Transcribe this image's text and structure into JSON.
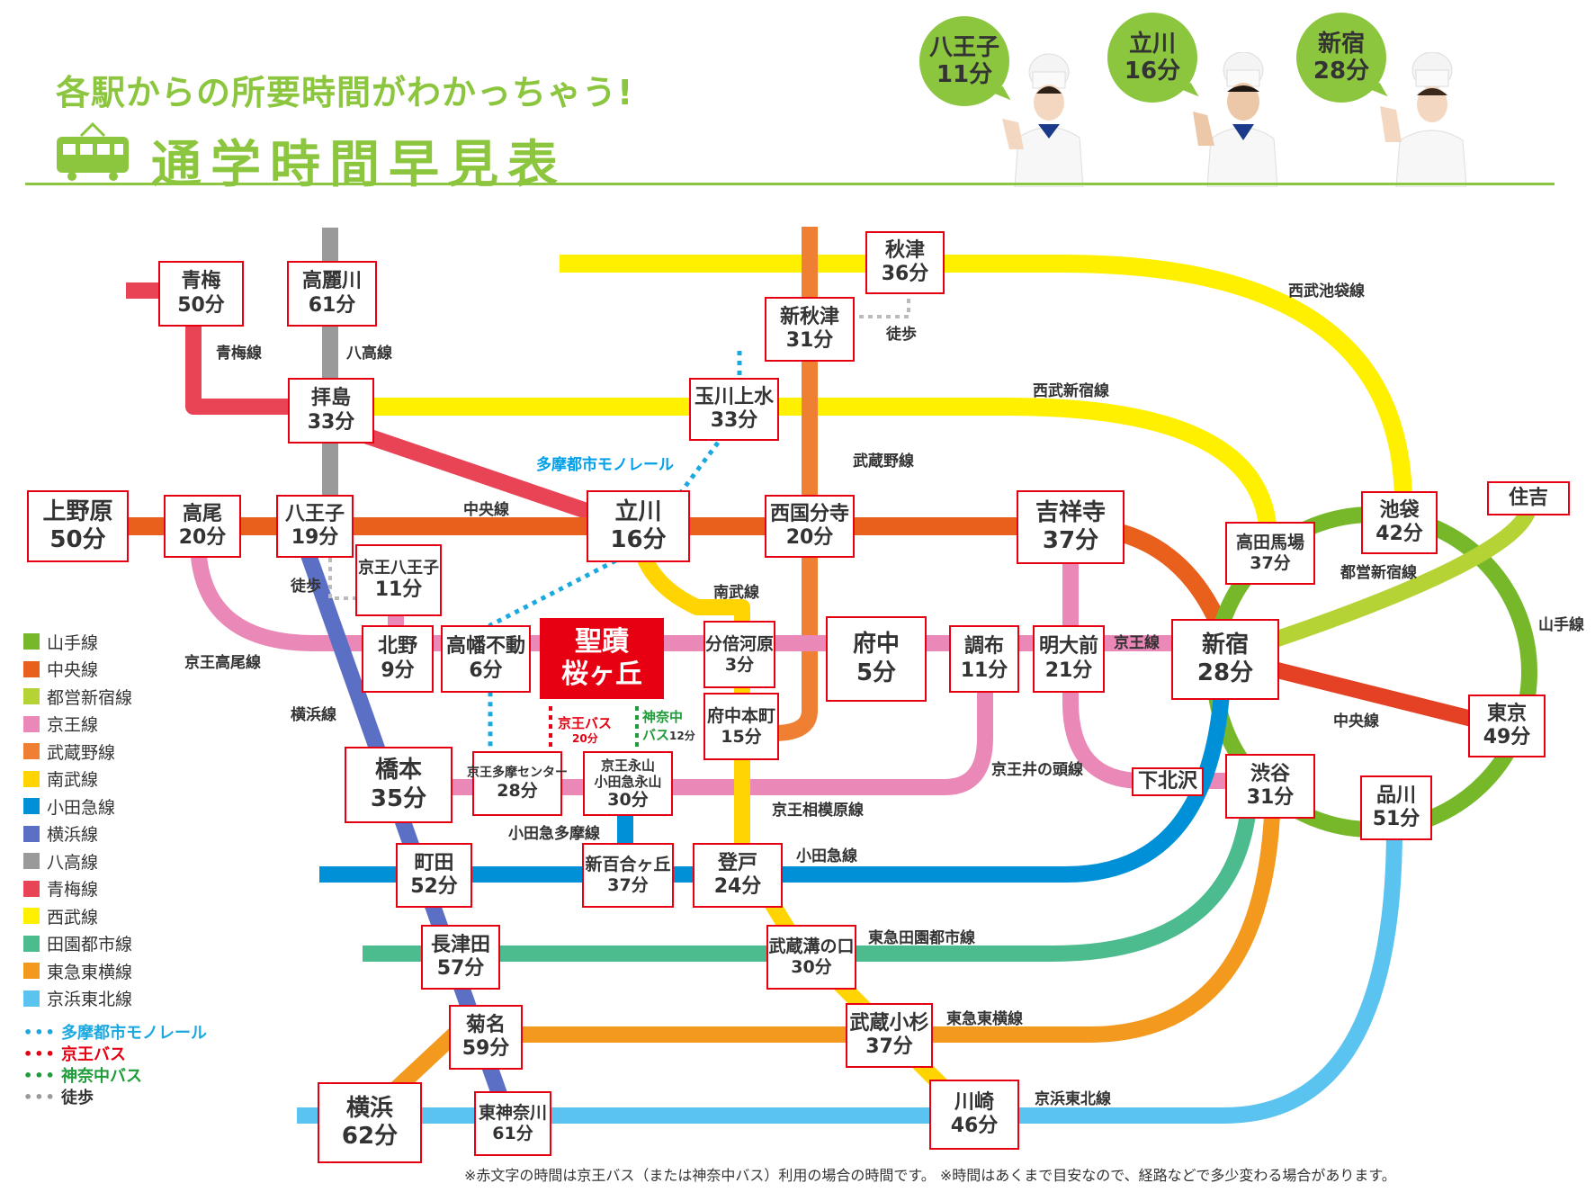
{
  "header": {
    "subtitle": "各駅からの所要時間がわかっちゃう!",
    "title": "通学時間早見表",
    "bubbles": [
      {
        "name": "八王子",
        "time": "11分"
      },
      {
        "name": "立川",
        "time": "16分"
      },
      {
        "name": "新宿",
        "time": "28分"
      }
    ]
  },
  "colors": {
    "yamanote": "#76b82a",
    "chuo": "#e8601c",
    "toei_shinjuku": "#b5d334",
    "keio": "#ea88b8",
    "musashino": "#ee7f33",
    "nambu": "#ffd400",
    "odakyu": "#0090d8",
    "yokohama": "#5b6fc4",
    "hachiko": "#9a9a9a",
    "ome": "#e94356",
    "seibu": "#fff000",
    "denentoshi": "#4cbc8e",
    "toyoko": "#f39a1e",
    "keihin": "#5ac3ef",
    "chuo_tokyo": "#e44125",
    "monorail": "#1aa8e0",
    "keio_bus": "#e60012",
    "kanachu_bus": "#1f9d3a",
    "walk": "#bbbbbb",
    "accent": "#8cc63f"
  },
  "stations": {
    "oume": {
      "name": "青梅",
      "time": "50分"
    },
    "komagawa": {
      "name": "高麗川",
      "time": "61分"
    },
    "haijima": {
      "name": "拝島",
      "time": "33分"
    },
    "uenohara": {
      "name": "上野原",
      "time": "50分"
    },
    "takao": {
      "name": "高尾",
      "time": "20分"
    },
    "hachioji": {
      "name": "八王子",
      "time": "19分"
    },
    "keiohachioji": {
      "name": "京王八王子",
      "time": "11分"
    },
    "kitano": {
      "name": "北野",
      "time": "9分"
    },
    "takahata": {
      "name": "高幡不動",
      "time": "6分"
    },
    "seiseki": {
      "name": "聖蹟",
      "name2": "桜ヶ丘"
    },
    "bubaigawara": {
      "name": "分倍河原",
      "time": "3分"
    },
    "fuchu": {
      "name": "府中",
      "time": "5分"
    },
    "chofu": {
      "name": "調布",
      "time": "11分"
    },
    "meidaimae": {
      "name": "明大前",
      "time": "21分"
    },
    "shinjuku": {
      "name": "新宿",
      "time": "28分"
    },
    "tachikawa": {
      "name": "立川",
      "time": "16分"
    },
    "nishikokubunji": {
      "name": "西国分寺",
      "time": "20分"
    },
    "kichijoji": {
      "name": "吉祥寺",
      "time": "37分"
    },
    "tamagawajosui": {
      "name": "玉川上水",
      "time": "33分"
    },
    "shinakitsu": {
      "name": "新秋津",
      "time": "31分"
    },
    "akitsu": {
      "name": "秋津",
      "time": "36分"
    },
    "takadanobaba": {
      "name": "高田馬場",
      "time": "37分"
    },
    "ikebukuro": {
      "name": "池袋",
      "time": "42分"
    },
    "sumiyoshi": {
      "name": "住吉"
    },
    "tokyo": {
      "name": "東京",
      "time": "49分"
    },
    "shibuya": {
      "name": "渋谷",
      "time": "31分"
    },
    "shimokitazawa": {
      "name": "下北沢"
    },
    "shinagawa": {
      "name": "品川",
      "time": "51分"
    },
    "fuchuhonmachi": {
      "name": "府中本町",
      "time": "15分"
    },
    "hashimoto": {
      "name": "橋本",
      "time": "35分"
    },
    "keiotamacenter": {
      "name": "京王多摩センター",
      "time": "28分"
    },
    "nagayama": {
      "name": "京王永山",
      "name2": "小田急永山",
      "time": "30分"
    },
    "machida": {
      "name": "町田",
      "time": "52分"
    },
    "shinyurigaoka": {
      "name": "新百合ヶ丘",
      "time": "37分"
    },
    "noborito": {
      "name": "登戸",
      "time": "24分"
    },
    "nagatsuta": {
      "name": "長津田",
      "time": "57分"
    },
    "musashimizonokuchi": {
      "name": "武蔵溝の口",
      "time": "30分"
    },
    "kikuna": {
      "name": "菊名",
      "time": "59分"
    },
    "musashikosugi": {
      "name": "武蔵小杉",
      "time": "37分"
    },
    "yokohama": {
      "name": "横浜",
      "time": "62分"
    },
    "higashikanagawa": {
      "name": "東神奈川",
      "time": "61分"
    },
    "kawasaki": {
      "name": "川崎",
      "time": "46分"
    }
  },
  "line_labels": {
    "ome": "青梅線",
    "hachiko": "八高線",
    "seibu_ikebukuro": "西武池袋線",
    "seibu_shinjuku": "西武新宿線",
    "chuo": "中央線",
    "musashino": "武蔵野線",
    "monorail": "多摩都市モノレール",
    "nambu": "南武線",
    "keio_takao": "京王高尾線",
    "yokohama": "横浜線",
    "keio": "京王線",
    "toei_shinjuku": "都営新宿線",
    "yamanote": "山手線",
    "chuo_tokyo": "中央線",
    "inokashira": "京王井の頭線",
    "keio_sagamihara": "京王相模原線",
    "odakyu_tama": "小田急多摩線",
    "odakyu": "小田急線",
    "denentoshi": "東急田園都市線",
    "toyoko": "東急東横線",
    "keihin": "京浜東北線",
    "walk1": "徒歩",
    "walk2": "徒歩",
    "keio_bus": "京王バス",
    "keio_bus_time": "20分",
    "kanachu_bus1": "神奈中",
    "kanachu_bus2": "バス",
    "kanachu_bus_time": "12分"
  },
  "legend": {
    "lines": [
      {
        "label": "山手線",
        "color": "#76b82a"
      },
      {
        "label": "中央線",
        "color": "#e8601c"
      },
      {
        "label": "都営新宿線",
        "color": "#b5d334"
      },
      {
        "label": "京王線",
        "color": "#ea88b8"
      },
      {
        "label": "武蔵野線",
        "color": "#ee7f33"
      },
      {
        "label": "南武線",
        "color": "#ffd400"
      },
      {
        "label": "小田急線",
        "color": "#0090d8"
      },
      {
        "label": "横浜線",
        "color": "#5b6fc4"
      },
      {
        "label": "八高線",
        "color": "#9a9a9a"
      },
      {
        "label": "青梅線",
        "color": "#e94356"
      },
      {
        "label": "西武線",
        "color": "#fff000"
      },
      {
        "label": "田園都市線",
        "color": "#4cbc8e"
      },
      {
        "label": "東急東横線",
        "color": "#f39a1e"
      },
      {
        "label": "京浜東北線",
        "color": "#5ac3ef"
      }
    ],
    "others": [
      {
        "label": "多摩都市モノレール",
        "color": "#1aa8e0"
      },
      {
        "label": "京王バス",
        "color": "#e60012"
      },
      {
        "label": "神奈中バス",
        "color": "#1f9d3a"
      },
      {
        "label": "徒歩",
        "color": "#999999"
      }
    ]
  },
  "footnote": "※赤文字の時間は京王バス（または神奈中バス）利用の場合の時間です。 ※時間はあくまで目安なので、経路などで多少変わる場合があります。"
}
